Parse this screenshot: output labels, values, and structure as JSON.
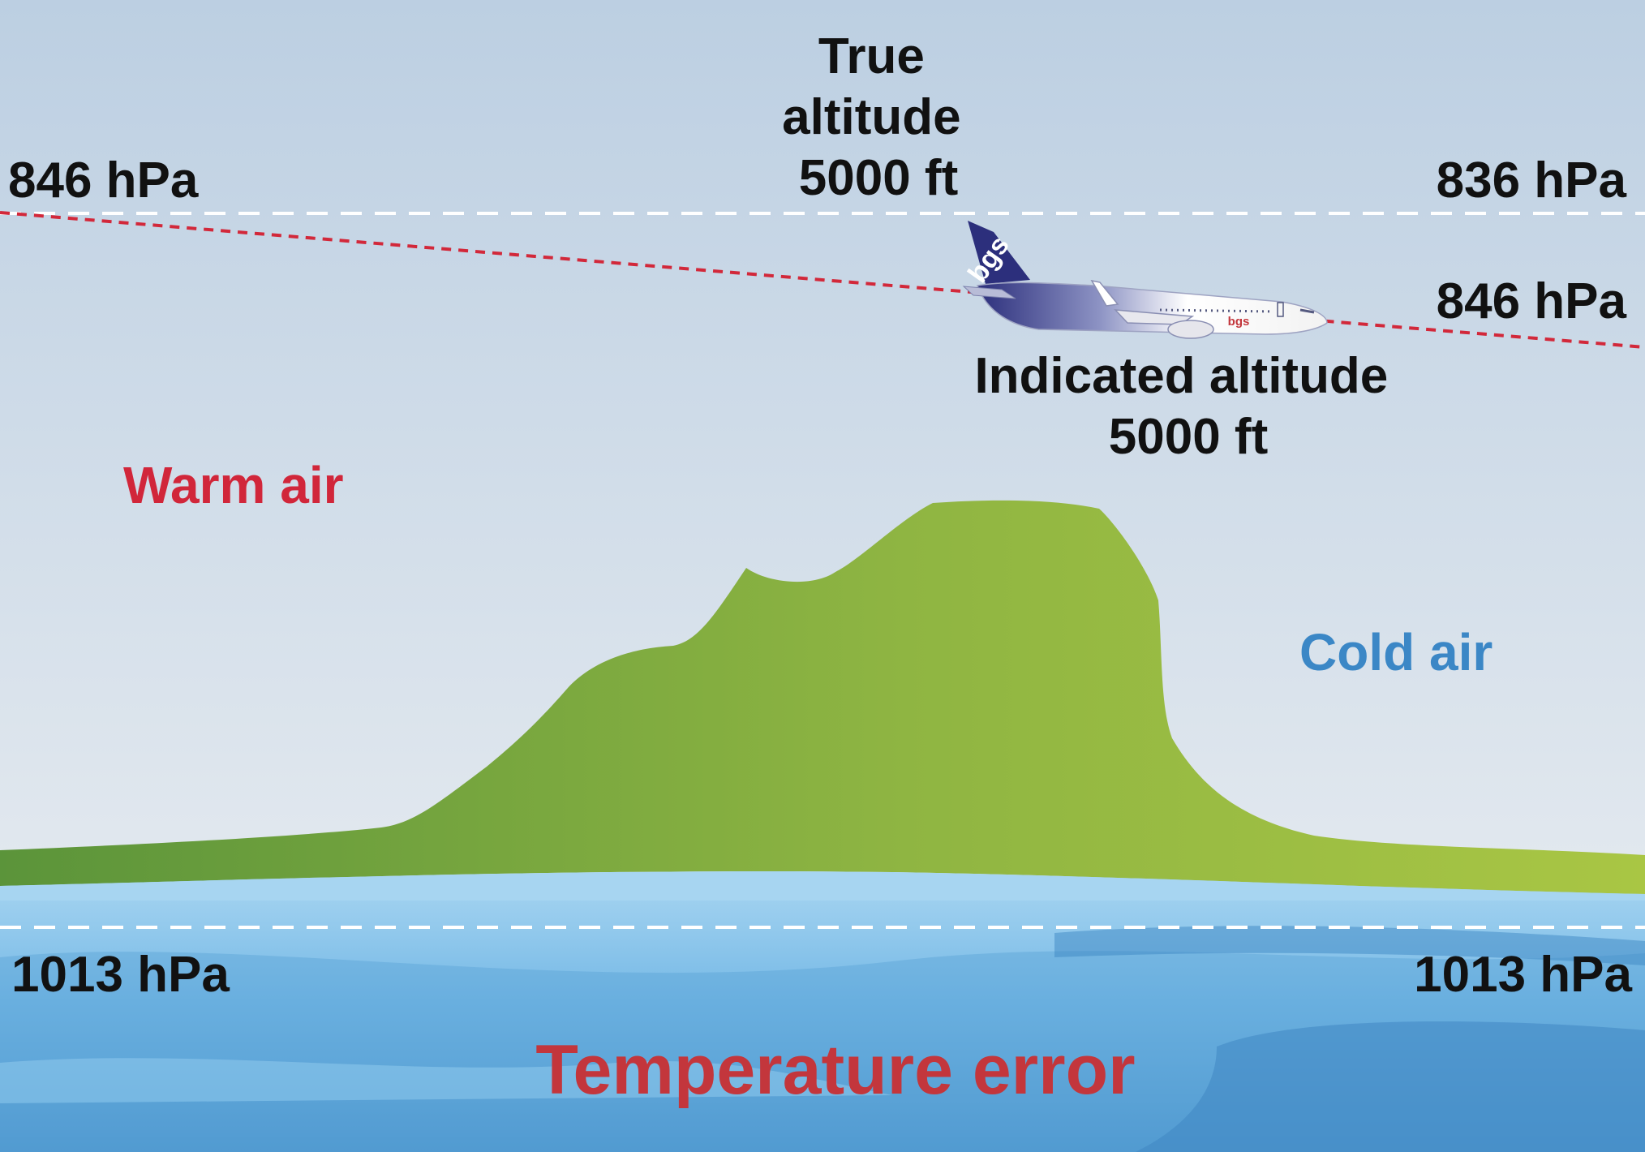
{
  "labels": {
    "true_altitude": [
      "True",
      "altitude",
      "5000 ft"
    ],
    "indicated_altitude": [
      "Indicated altitude",
      "5000 ft"
    ],
    "left_upper_pressure": "846 hPa",
    "right_upper_pressure": "836 hPa",
    "right_lower_pressure": "846 hPa",
    "left_sea_pressure": "1013 hPa",
    "right_sea_pressure": "1013 hPa",
    "warm_air": "Warm air",
    "cold_air": "Cold air",
    "caption": "Temperature error",
    "airline_logo": "bgs"
  },
  "colors": {
    "sky_top": "#bccfe2",
    "sky_bottom": "#e3e9ef",
    "ground_left": "#5b943a",
    "ground_right": "#a6c443",
    "sea_light": "#a7d5f1",
    "sea_dark": "#4a93cc",
    "text_dark": "#111111",
    "warm": "#d1263a",
    "cold": "#3b87c6",
    "caption": "#c3363c",
    "isobar_tilted": "#d2283a",
    "isobar_level": "#ffffff",
    "aircraft_tail": "#2c2f7c"
  }
}
